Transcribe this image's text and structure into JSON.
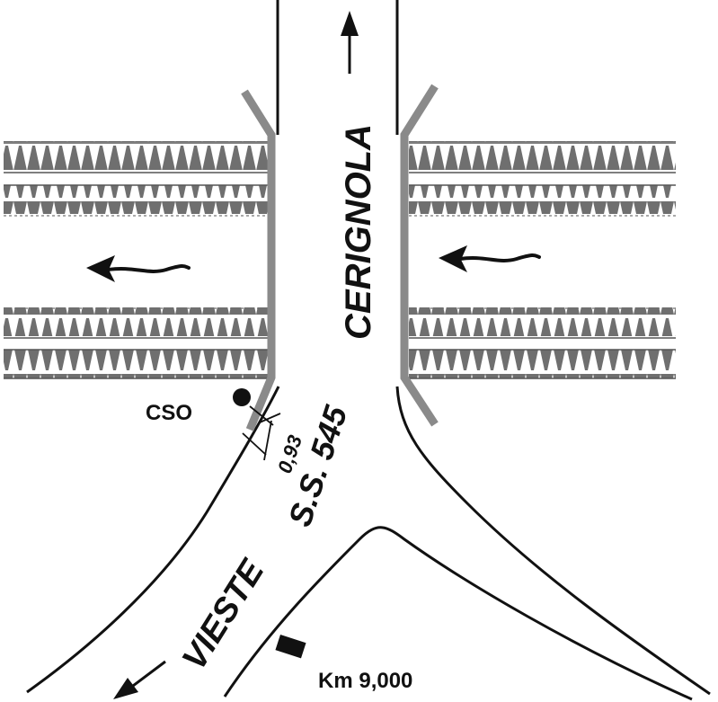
{
  "labels": {
    "north_destination": "CERIGNOLA",
    "south_destination": "VIESTE",
    "road": "S.S. 545",
    "station": "CSO",
    "distance": "0,93",
    "kilometre": "Km 9,000"
  },
  "colors": {
    "road_line": "#111111",
    "bridge_rail": "#8a8a8a",
    "tree_rows": "#6f6f6f",
    "background": "#ffffff"
  },
  "icons": {
    "north_arrow": "arrow-up-icon",
    "south_arrow": "arrow-down-left-icon",
    "flow_arrows": "arrow-left-icon",
    "station_marker": "filled-circle-icon",
    "km_marker": "rectangle-marker-icon"
  }
}
